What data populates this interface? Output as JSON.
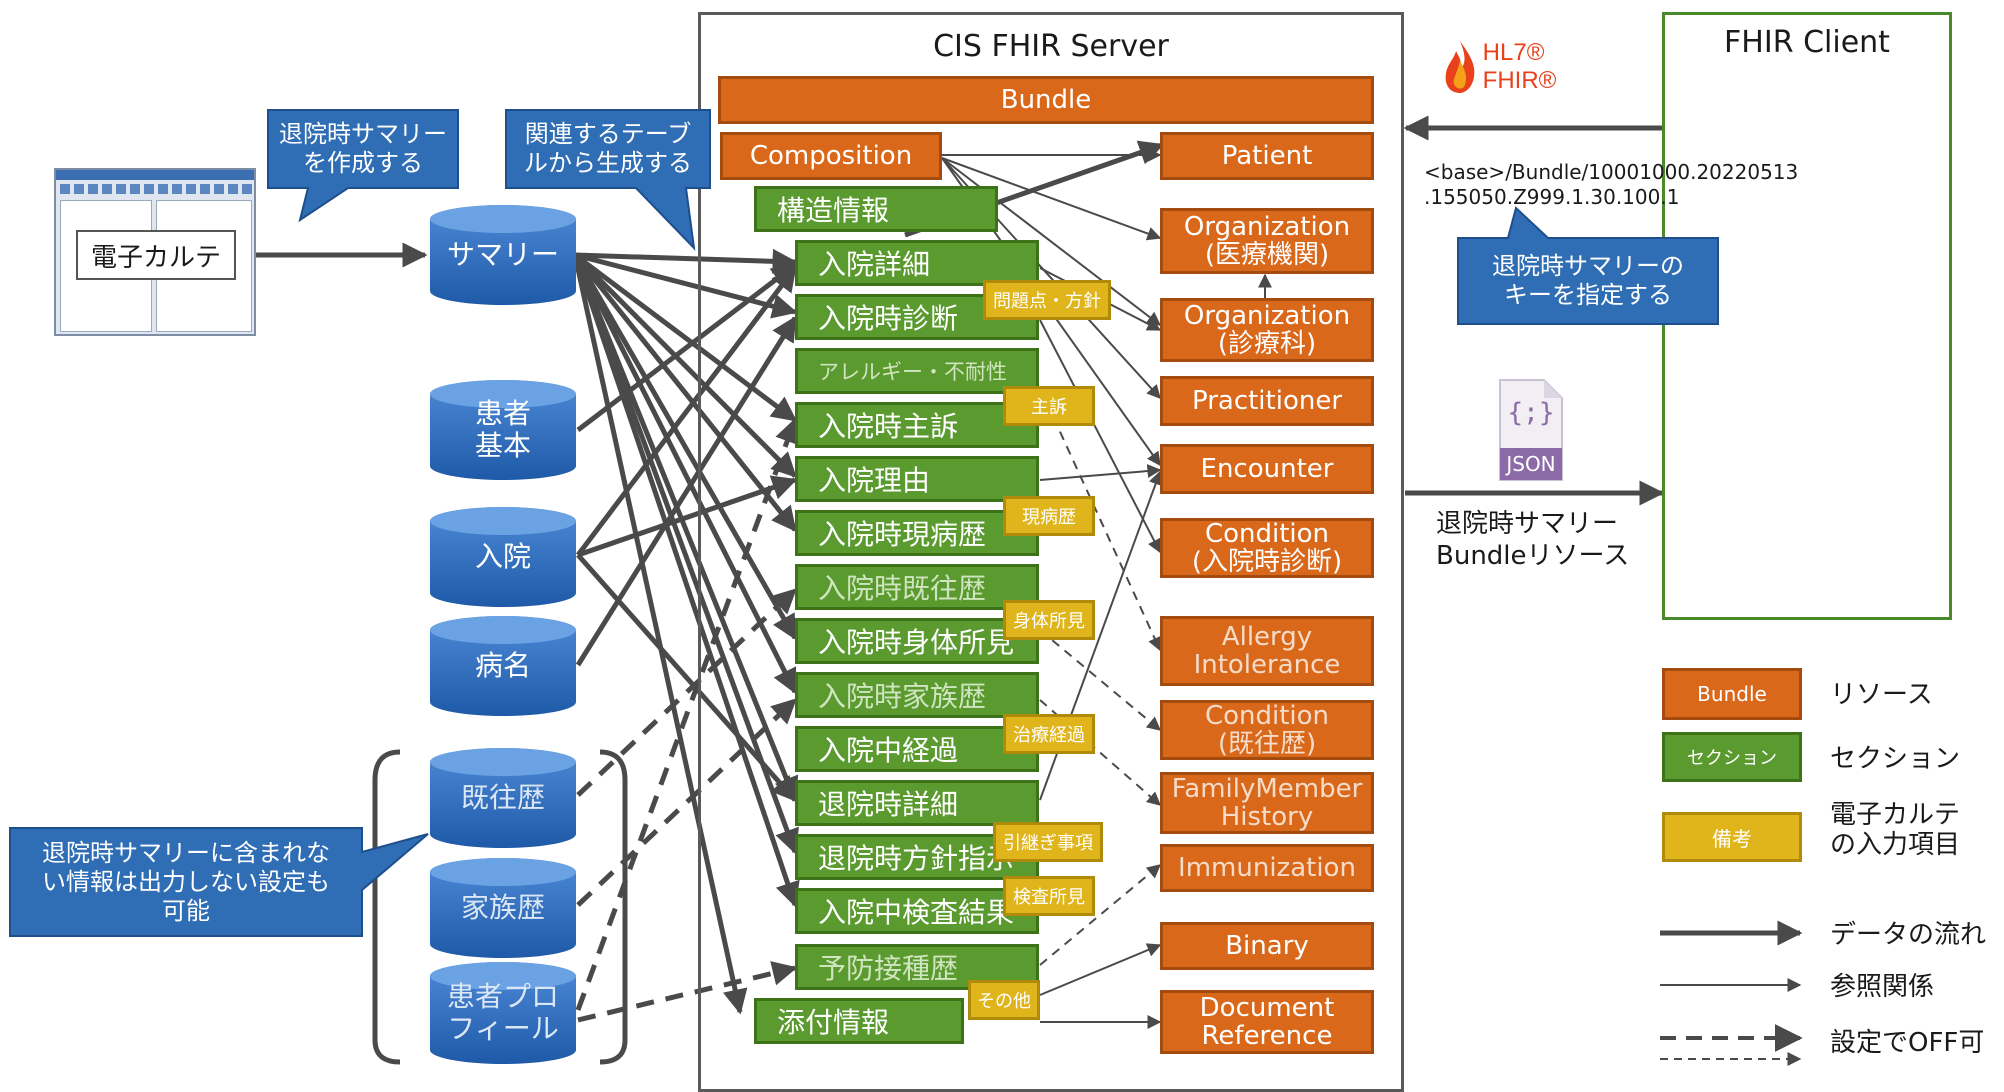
{
  "server": {
    "title": "CIS FHIR Server"
  },
  "client": {
    "title": "FHIR Client"
  },
  "logo": {
    "text": "HL7® FHIR®"
  },
  "emr": {
    "label": "電子カルテ"
  },
  "databases": [
    "サマリー",
    "患者\n基本",
    "入院",
    "病名",
    "既往歴",
    "家族歴",
    "患者プロ\nフィール"
  ],
  "callouts": {
    "create_summary": "退院時サマリー\nを作成する",
    "generate_from_tables": "関連するテーブ\nルから生成する",
    "specify_key": "退院時サマリーの\nキーを指定する",
    "off_setting": "退院時サマリーに含まれな\nい情報は出力しない設定も\n可能"
  },
  "resources": {
    "bundle": "Bundle",
    "composition": "Composition",
    "patient": "Patient",
    "org_facility": "Organization\n(医療機関)",
    "org_dept": "Organization\n(診療科)",
    "practitioner": "Practitioner",
    "encounter": "Encounter",
    "condition_admission": "Condition\n(入院時診断)",
    "allergy": "Allergy\nIntolerance",
    "condition_history": "Condition\n(既往歴)",
    "family_history": "FamilyMember\nHistory",
    "immunization": "Immunization",
    "binary": "Binary",
    "document_reference": "Document\nReference"
  },
  "sections": [
    "構造情報",
    "入院詳細",
    "入院時診断",
    "アレルギー・不耐性",
    "入院時主訴",
    "入院理由",
    "入院時現病歴",
    "入院時既往歴",
    "入院時身体所見",
    "入院時家族歴",
    "入院中経過",
    "退院時詳細",
    "退院時方針指示",
    "入院中検査結果",
    "予防接種歴",
    "添付情報"
  ],
  "notes": [
    "問題点・方針",
    "主訴",
    "現病歴",
    "身体所見",
    "治療経過",
    "引継ぎ事項",
    "検査所見",
    "その他"
  ],
  "request_url": "<base>/Bundle/10001000.20220513\n.155050.Z999.1.30.100.1",
  "json_icon": {
    "braces": "{;}",
    "label": "JSON"
  },
  "response_label": "退院時サマリー\nBundleリソース",
  "legend": {
    "bundle_box": "Bundle",
    "resource": "リソース",
    "section_box": "セクション",
    "section": "セクション",
    "note_box": "備考",
    "note": "電子カルテ\nの入力項目",
    "data_flow": "データの流れ",
    "reference": "参照関係",
    "configurable_off": "設定でOFF可"
  },
  "colors": {
    "resource": "#d9681b",
    "section": "#5a9a2e",
    "note": "#e0b51c",
    "database": "#2f6db5",
    "callout": "#2f6db5"
  }
}
